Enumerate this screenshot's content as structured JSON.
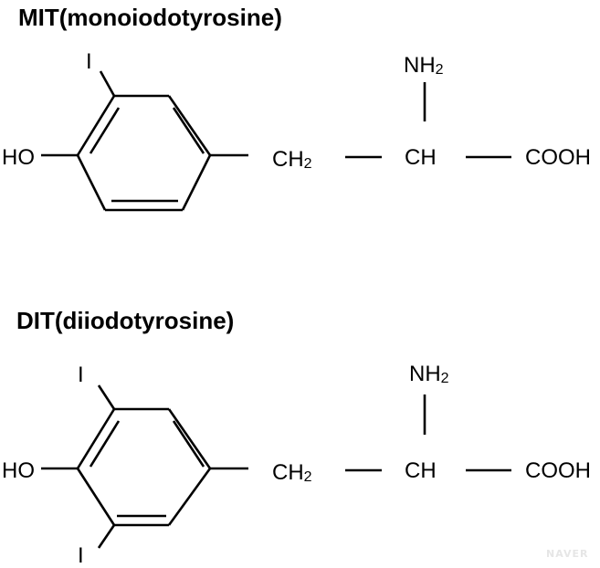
{
  "structures": [
    {
      "title": "MIT(monoiodotyrosine)",
      "labels": {
        "top_iodine": "I",
        "hydroxyl": "HO",
        "methylene": "CH",
        "methylene_sub": "2",
        "amino": "NH",
        "amino_sub": "2",
        "alpha_carbon": "CH",
        "carboxyl": "COOH"
      }
    },
    {
      "title": "DIT(diiodotyrosine)",
      "labels": {
        "top_iodine": "I",
        "bottom_iodine": "I",
        "hydroxyl": "HO",
        "methylene": "CH",
        "methylene_sub": "2",
        "amino": "NH",
        "amino_sub": "2",
        "alpha_carbon": "CH",
        "carboxyl": "COOH"
      }
    }
  ],
  "watermark": "NAVER"
}
